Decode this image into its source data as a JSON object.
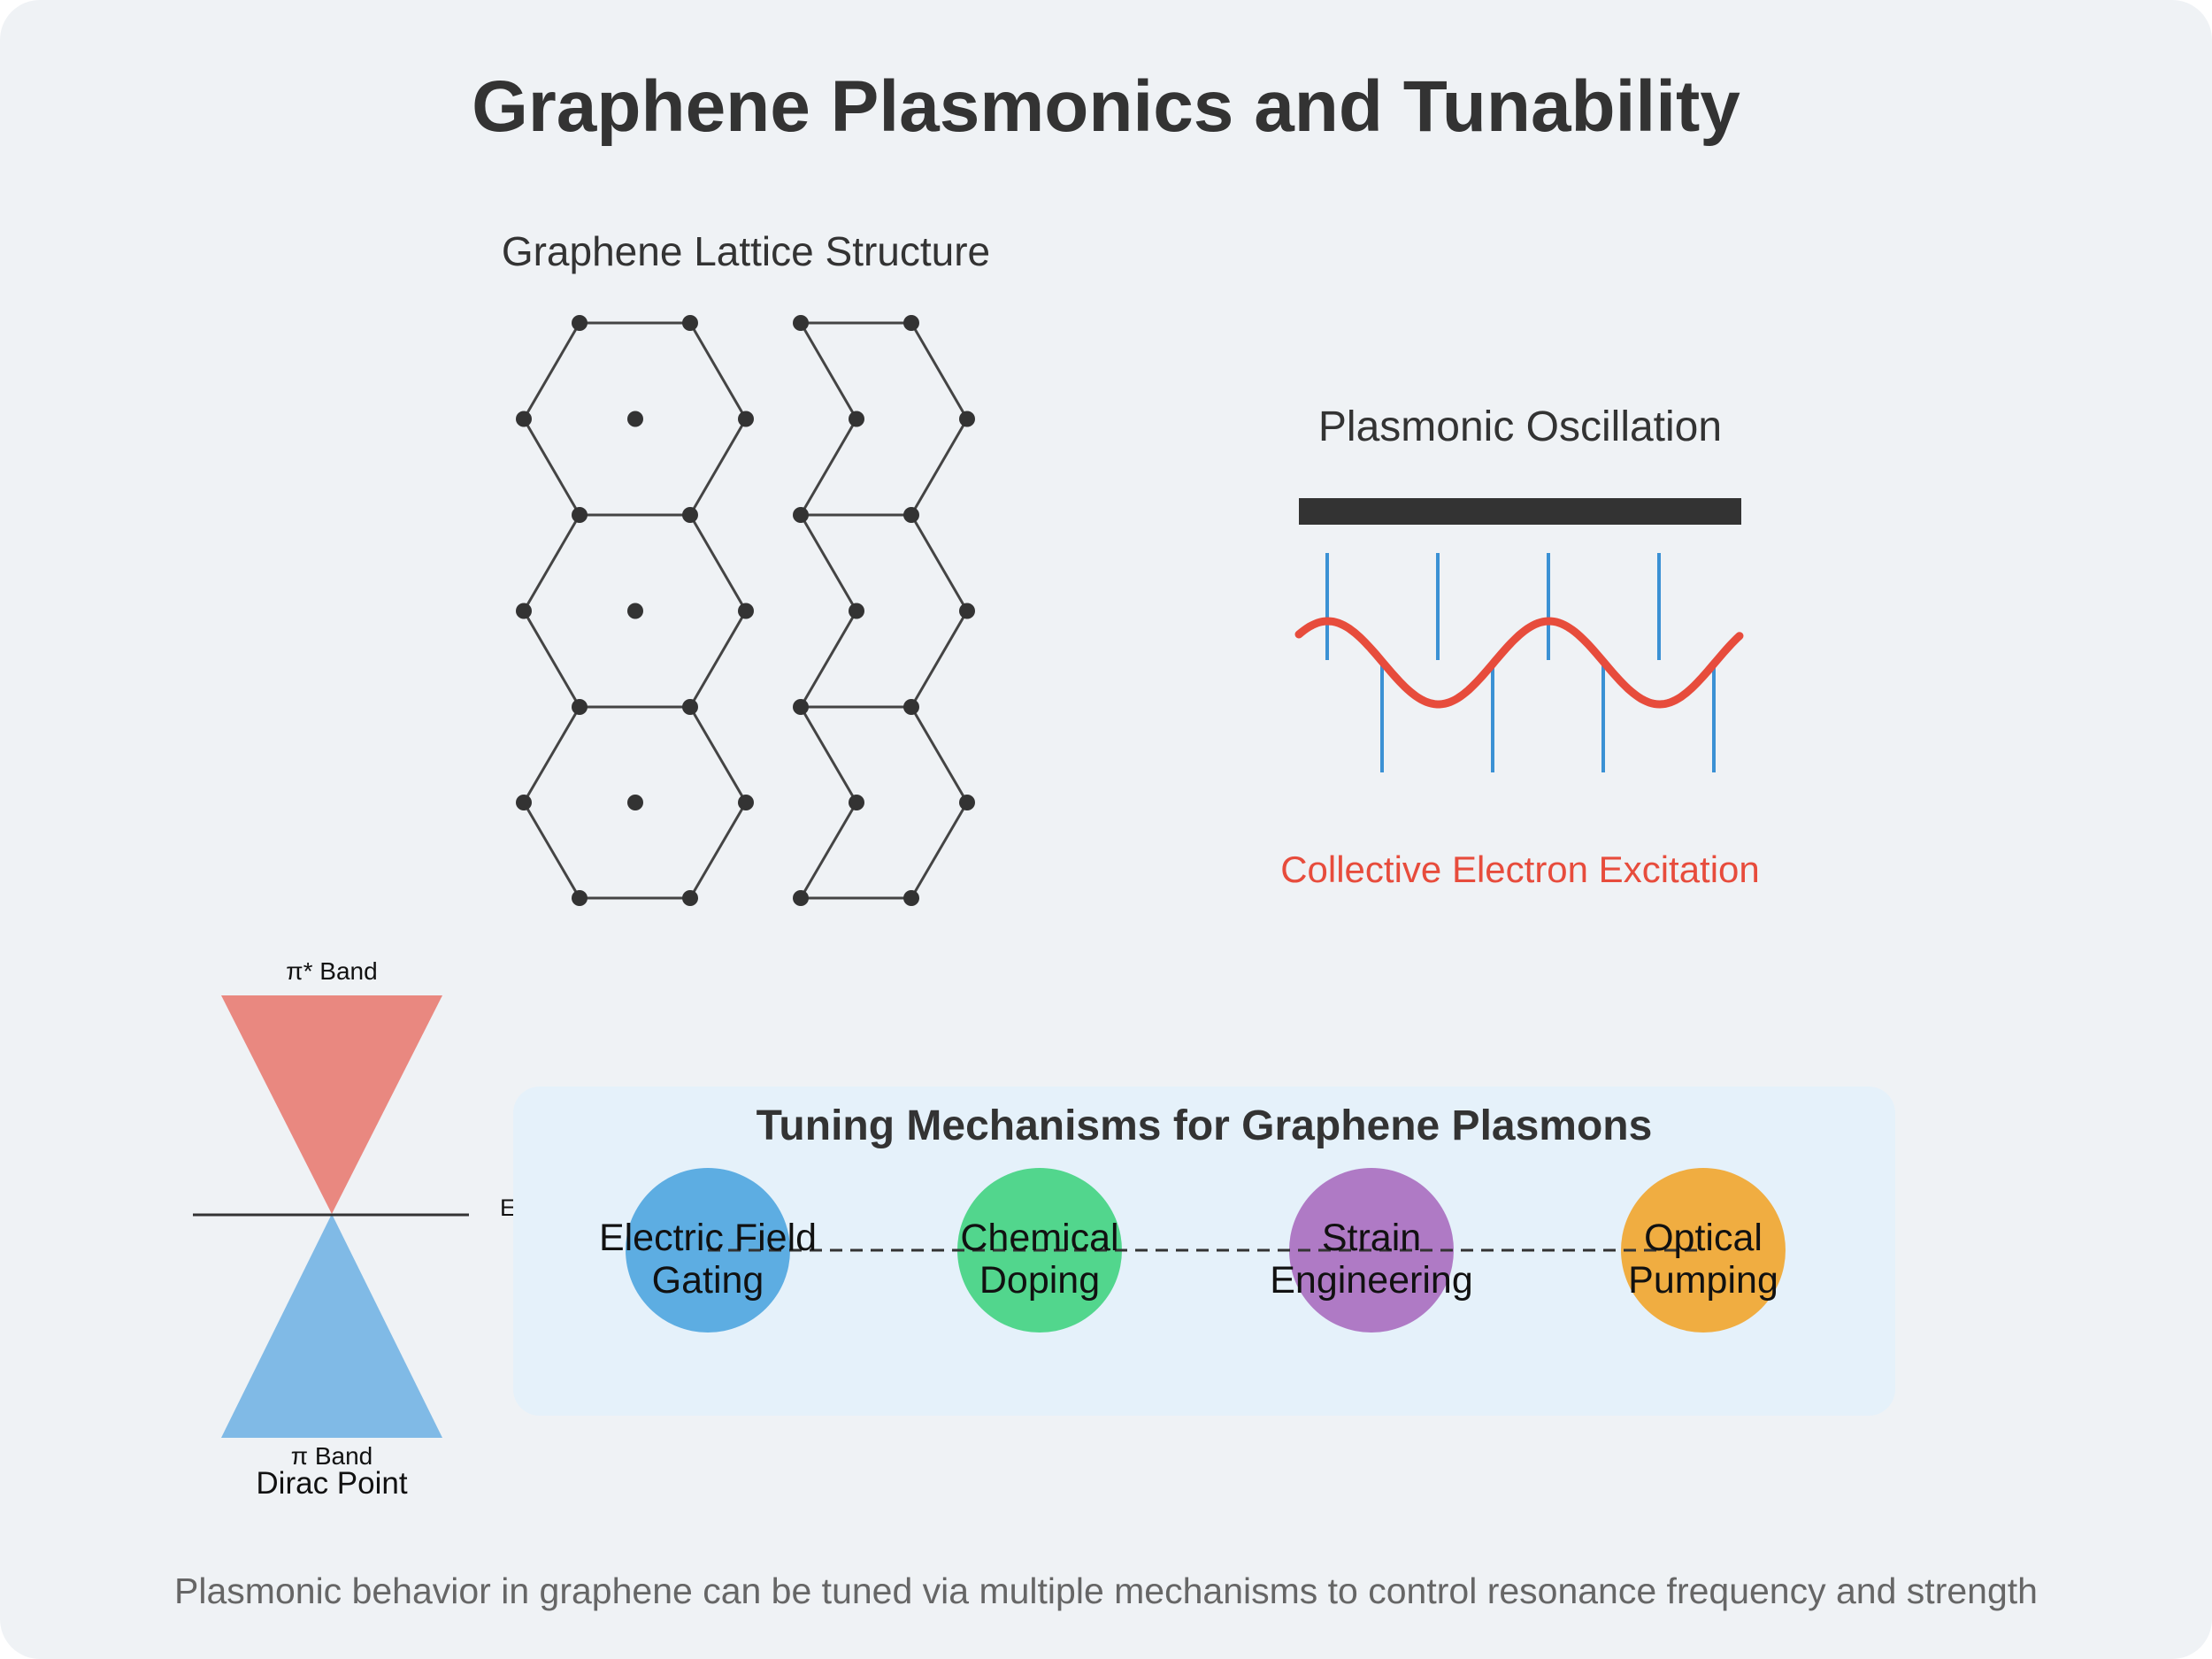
{
  "title": "Graphene Plasmonics and Tunability",
  "colors": {
    "background": "#EFF2F5",
    "title": "#333333",
    "lattice": "#444444",
    "atom": "#333333",
    "conduction_band": "#E98880",
    "valence_band": "#80BAE6",
    "electrode": "#333333",
    "wave": "#E74C3C",
    "field_lines": "#3B91D4",
    "excitation_label": "#E74C3C",
    "tuning_panel": "#E5F1FA",
    "caption": "#666666"
  },
  "lattice": {
    "title": "Graphene Lattice Structure",
    "components": [
      "atom",
      "C–C bond"
    ]
  },
  "band_structure": {
    "conduction_label": "π* Band",
    "valence_label": "π Band",
    "fermi_label": "EF",
    "dirac_label": "Dirac Point"
  },
  "oscillation": {
    "title": "Plasmonic Oscillation",
    "subtitle": "Collective Electron Excitation"
  },
  "tuning": {
    "title": "Tuning Mechanisms for Graphene Plasmons",
    "mechanisms": [
      {
        "line1": "Electric Field",
        "line2": "Gating",
        "color": "#5DADE2"
      },
      {
        "line1": "Chemical",
        "line2": "Doping",
        "color": "#52D68D"
      },
      {
        "line1": "Strain",
        "line2": "Engineering",
        "color": "#AF7AC5"
      },
      {
        "line1": "Optical",
        "line2": "Pumping",
        "color": "#F0AD41"
      }
    ]
  },
  "caption": "Plasmonic behavior in graphene can be tuned via multiple mechanisms to control resonance frequency and strength"
}
